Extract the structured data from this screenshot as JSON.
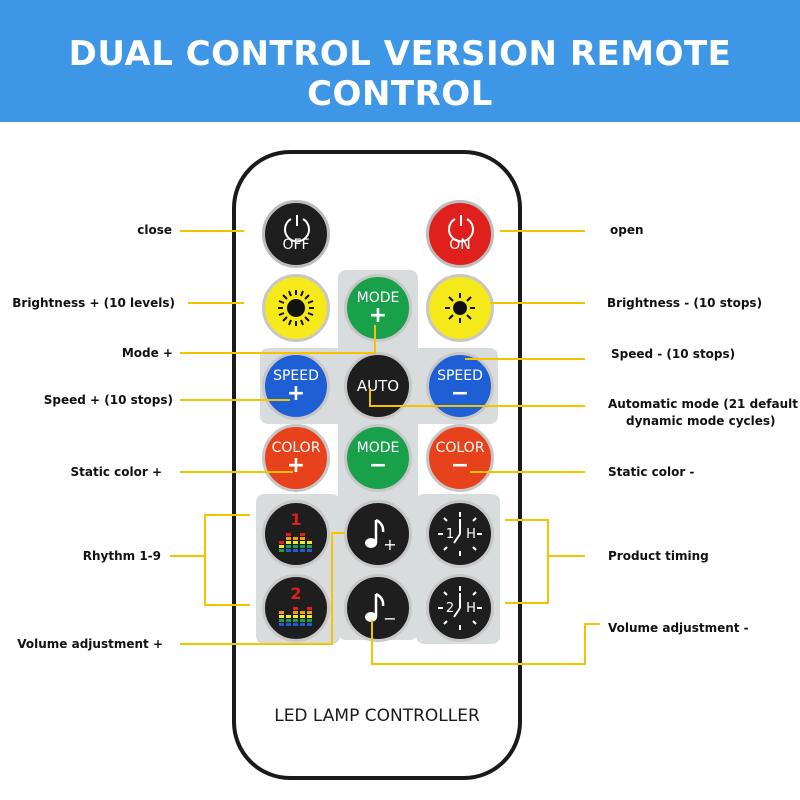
{
  "banner": {
    "title": "DUAL CONTROL VERSION REMOTE CONTROL"
  },
  "remote": {
    "footer_text": "LED LAMP CONTROLLER",
    "buttons": {
      "off": "OFF",
      "on": "ON",
      "mode_plus": {
        "label": "MODE",
        "sign": "+"
      },
      "speed_plus": {
        "label": "SPEED",
        "sign": "+"
      },
      "auto": "AUTO",
      "speed_minus": {
        "label": "SPEED",
        "sign": "−"
      },
      "color_plus": {
        "label": "COLOR",
        "sign": "+"
      },
      "mode_minus": {
        "label": "MODE",
        "sign": "−"
      },
      "color_minus": {
        "label": "COLOR",
        "sign": "−"
      },
      "rhythm_1": "1",
      "rhythm_2": "2",
      "volume_plus": "+",
      "volume_minus": "−",
      "timer_1h": {
        "num": "1",
        "unit": "H"
      },
      "timer_2h": {
        "num": "2",
        "unit": "H"
      }
    }
  },
  "labels": {
    "close": "close",
    "open": "open",
    "brightness_plus": "Brightness + (10 levels)",
    "brightness_minus": "Brightness - (10 stops)",
    "mode_plus": "Mode +",
    "speed_minus": "Speed - (10 stops)",
    "speed_plus": "Speed + (10 stops)",
    "automatic_mode_line1": "Automatic mode (21 default",
    "automatic_mode_line2": "dynamic mode cycles)",
    "static_color_plus": "Static color +",
    "static_color_minus": "Static color -",
    "rhythm": "Rhythm 1-9",
    "product_timing": "Product timing",
    "volume_plus": "Volume adjustment +",
    "volume_minus": "Volume adjustment -"
  },
  "colors": {
    "banner": "#3d97e6",
    "callout_line": "#f5c400",
    "off_button": "#1e1e1e",
    "on_button": "#e0201c",
    "brightness_button": "#f6e91a",
    "mode_button": "#18a04a",
    "speed_button": "#1f5fd6",
    "color_button": "#e8421c",
    "black_button": "#1e1e1e"
  }
}
